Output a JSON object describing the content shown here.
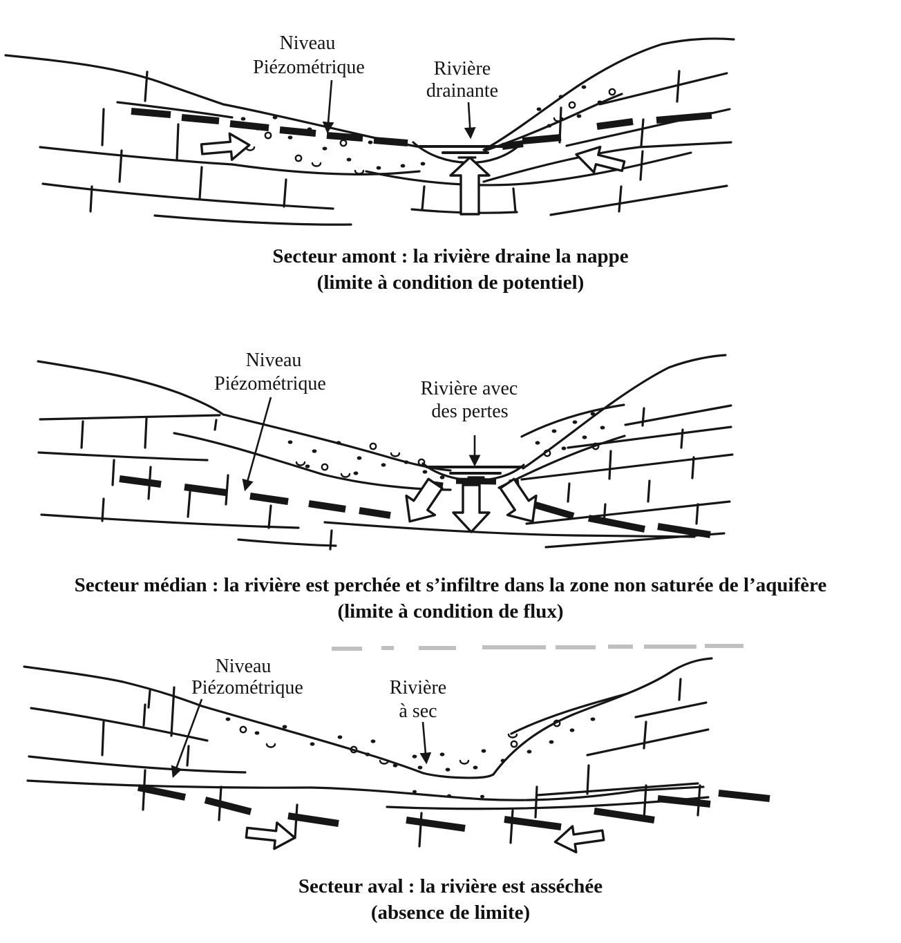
{
  "figure": {
    "panels": [
      {
        "labels": {
          "piezo1": "Niveau",
          "piezo2": "Piézométrique",
          "river1": "Rivière",
          "river2": "drainante"
        },
        "caption1": "Secteur amont : la rivière draine la nappe",
        "caption2": "(limite à condition de potentiel)"
      },
      {
        "labels": {
          "piezo1": "Niveau",
          "piezo2": "Piézométrique",
          "river1": "Rivière avec",
          "river2": "des pertes"
        },
        "caption1": "Secteur médian : la rivière est perchée et s’infiltre dans la zone non saturée de l’aquifère",
        "caption2": "(limite à condition de flux)"
      },
      {
        "labels": {
          "piezo1": "Niveau",
          "piezo2": "Piézométrique",
          "river1": "Rivière",
          "river2": "à sec"
        },
        "caption1": "Secteur aval : la rivière est asséchée",
        "caption2": "(absence de limite)"
      }
    ]
  }
}
